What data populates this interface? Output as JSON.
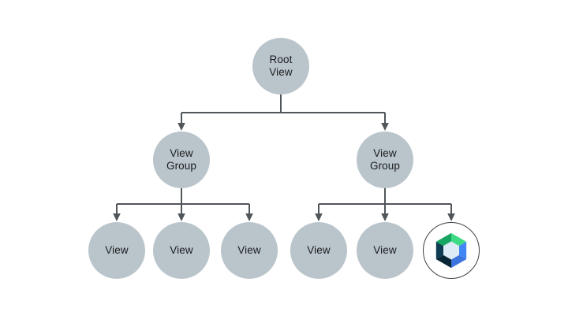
{
  "diagram": {
    "type": "tree",
    "nodes": {
      "root": {
        "label": "Root\nView"
      },
      "group_left": {
        "label": "View\nGroup"
      },
      "group_right": {
        "label": "View\nGroup"
      },
      "leaf_1": {
        "label": "View"
      },
      "leaf_2": {
        "label": "View"
      },
      "leaf_3": {
        "label": "View"
      },
      "leaf_4": {
        "label": "View"
      },
      "leaf_5": {
        "label": "View"
      },
      "compose": {
        "icon": "jetpack-compose-icon"
      }
    },
    "edges": [
      [
        "root",
        "group_left"
      ],
      [
        "root",
        "group_right"
      ],
      [
        "group_left",
        "leaf_1"
      ],
      [
        "group_left",
        "leaf_2"
      ],
      [
        "group_left",
        "leaf_3"
      ],
      [
        "group_right",
        "leaf_4"
      ],
      [
        "group_right",
        "leaf_5"
      ],
      [
        "group_right",
        "compose"
      ]
    ],
    "colors": {
      "background": "#ffffff",
      "node_fill": "#bac5cb",
      "connector": "#51565a",
      "label_text": "#1a1c1e",
      "compose_ring_border": "#3c4247",
      "compose_green": "#3ddc84",
      "compose_green_dark": "#17a661",
      "compose_blue": "#4285f4",
      "compose_blue_dark": "#3b74dd",
      "compose_navy": "#0e3c52",
      "compose_navy_dark": "#082636",
      "compose_center": "#dcebf5"
    }
  }
}
